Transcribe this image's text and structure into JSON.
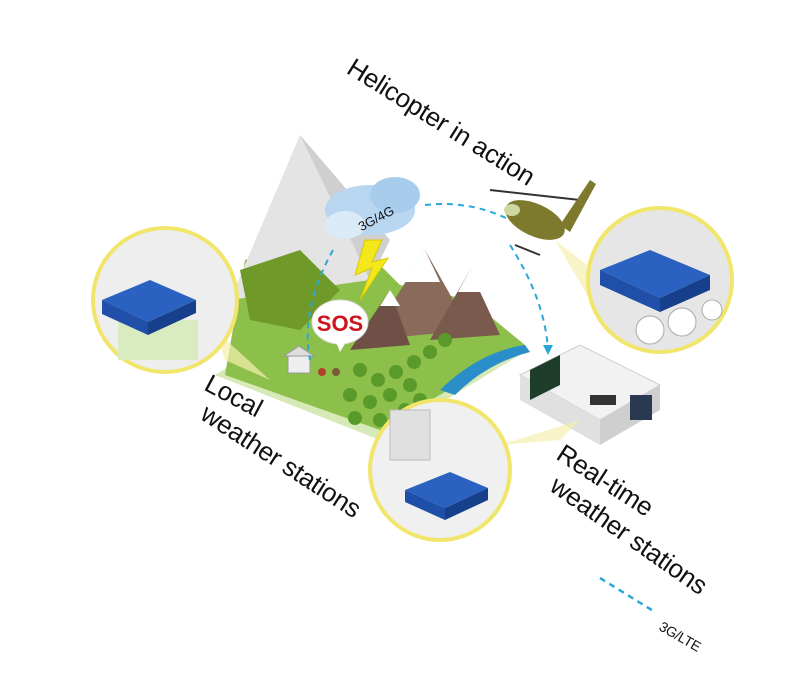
{
  "labels": {
    "helicopter": "Helicopter in action",
    "local_line1": "Local",
    "local_line2": "weather stations",
    "realtime_line1": "Real-time",
    "realtime_line2": "weather stations",
    "cloud": "3G/4G",
    "sos": "SOS",
    "legend": "3G/LTE"
  },
  "colors": {
    "link_dashed": "#2aa7d8",
    "circle_border": "#f1e56b",
    "router_blue": "#1f4fa8",
    "sos_red": "#d0121b",
    "grass": "#8cc04a"
  }
}
